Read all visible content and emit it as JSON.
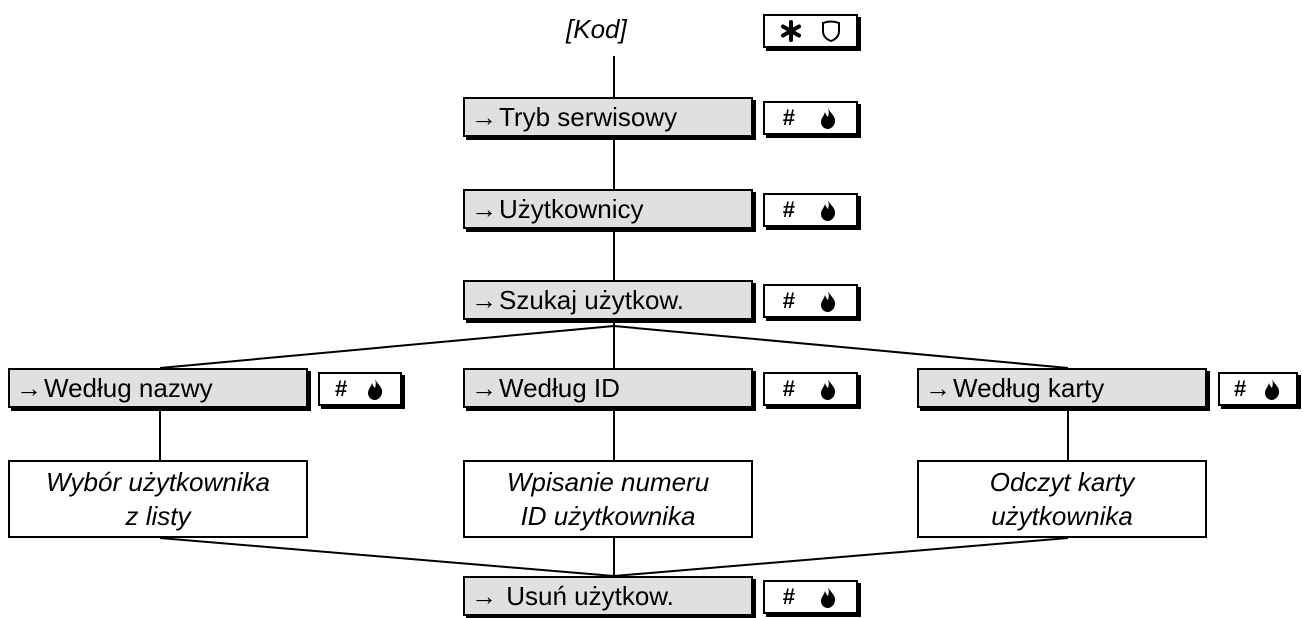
{
  "start": {
    "label": "[Kod]",
    "keys": [
      "star-key-icon",
      "shield-key-icon"
    ]
  },
  "menus": {
    "service_mode": "Tryb serwisowy",
    "users": "Użytkownicy",
    "search_users": "Szukaj użytkow.",
    "by_name": "Według nazwy",
    "by_id": "Według ID",
    "by_card": "Według karty",
    "delete_user": " Usuń użytkow."
  },
  "arrow": "→",
  "confirm_keys": {
    "hash": "#",
    "icon": "fire-icon"
  },
  "steps": {
    "select_from_list": [
      "Wybór użytkownika",
      "z listy"
    ],
    "enter_id": [
      "Wpisanie numeru",
      "ID użytkownika"
    ],
    "read_card": [
      "Odczyt karty",
      "użytkownika"
    ]
  },
  "colors": {
    "menu_fill": "#e0e0e0",
    "line": "#000000",
    "step_fill": "#ffffff"
  }
}
